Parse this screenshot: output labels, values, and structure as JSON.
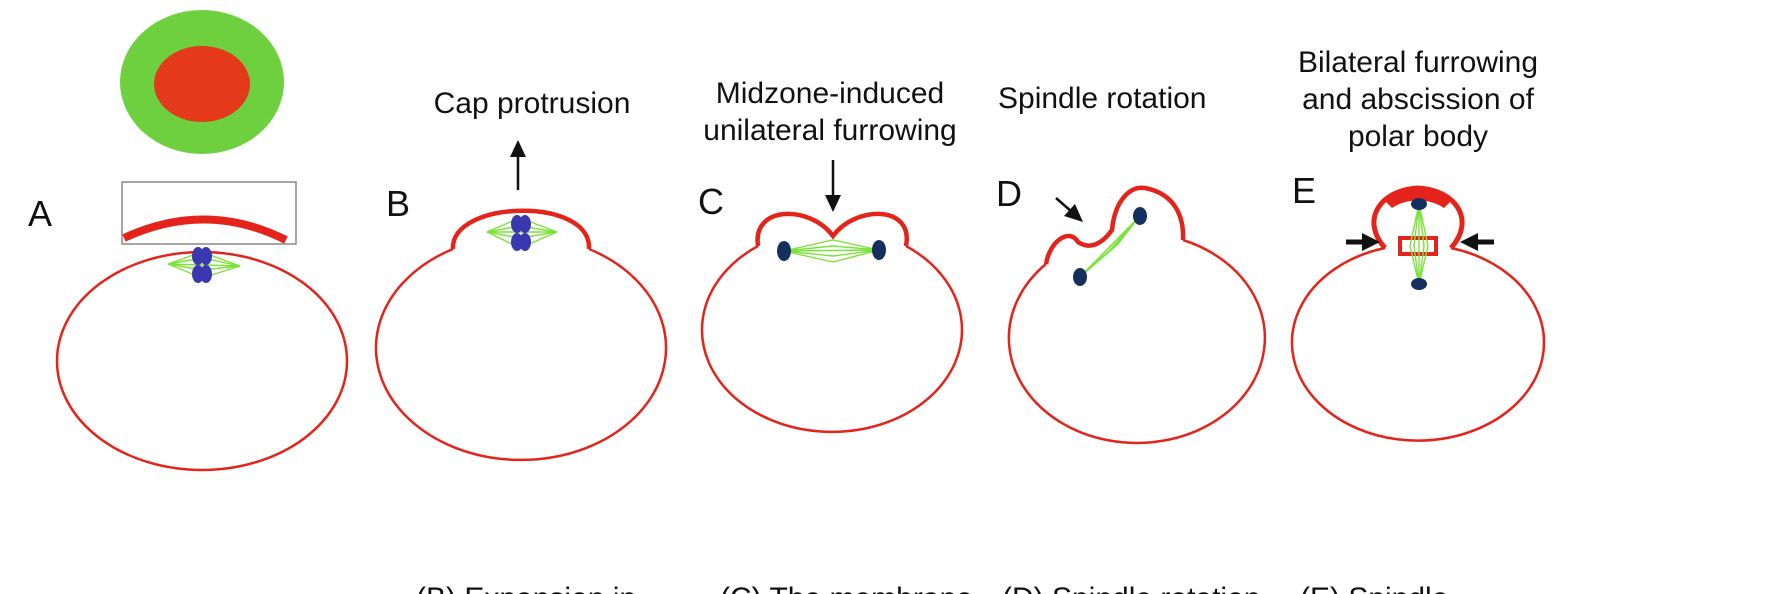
{
  "colors": {
    "membrane": "#e4231b",
    "cortex_outer": "#6fd03f",
    "cortex_inner": "#e5391c",
    "spindle": "#7de23c",
    "chromosome_a": "#3a37b0",
    "chromosome_b": "#15305e",
    "arrow": "#111111",
    "box": "#888888"
  },
  "panels": [
    {
      "letter": "A",
      "title_lines": [],
      "caption": ""
    },
    {
      "letter": "B",
      "title_lines": [
        "Cap protrusion"
      ],
      "caption": "(B) Expansion in"
    },
    {
      "letter": "C",
      "title_lines": [
        "Midzone-induced",
        "unilateral furrowing"
      ],
      "caption": "(C) The membrane"
    },
    {
      "letter": "D",
      "title_lines": [
        "Spindle rotation"
      ],
      "caption": "(D) Spindle rotation"
    },
    {
      "letter": "E",
      "title_lines": [
        "Bilateral furrowing",
        "and abscission of",
        "polar body"
      ],
      "caption": "(E) Spindle"
    }
  ]
}
